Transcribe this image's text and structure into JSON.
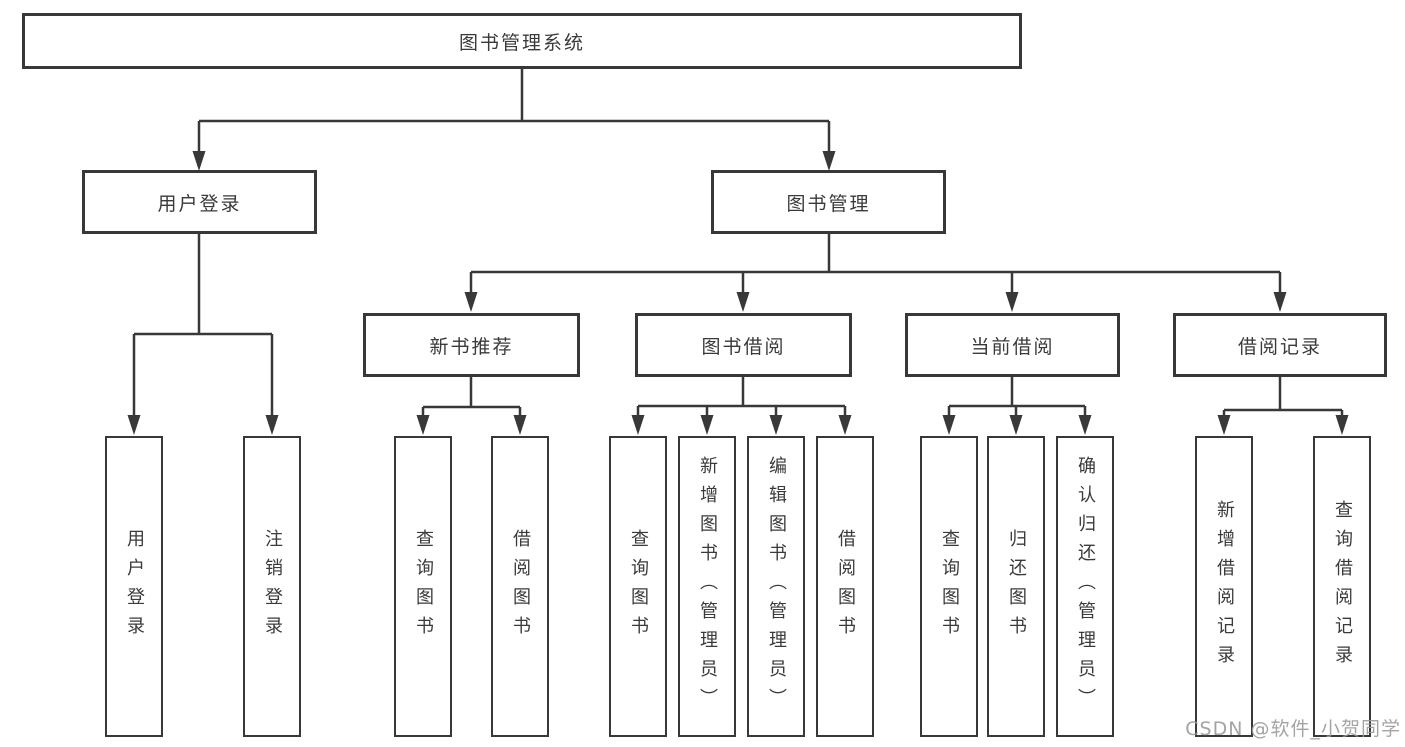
{
  "diagram": {
    "title": "图书管理系统",
    "nodes": {
      "root": "图书管理系统",
      "level2": [
        "用户登录",
        "图书管理"
      ],
      "level3": [
        "新书推荐",
        "图书借阅",
        "当前借阅",
        "借阅记录"
      ],
      "leaves_user_login": [
        "用户登录",
        "注销登录"
      ],
      "leaves_new_book": [
        "查询图书",
        "借阅图书"
      ],
      "leaves_book_borrow": [
        "查询图书",
        "新增图书（管理员）",
        "编辑图书（管理员）",
        "借阅图书"
      ],
      "leaves_current_borrow": [
        "查询图书",
        "归还图书",
        "确认归还（管理员）"
      ],
      "leaves_borrow_record": [
        "新增借阅记录",
        "查询借阅记录"
      ]
    },
    "colors": {
      "line": "#383838",
      "box_border": "#383838",
      "box_fill": "#ffffff",
      "text": "#3a3a3a",
      "watermark": "#9b9b9b"
    }
  },
  "watermark": {
    "text": "CSDN @软件_小贺同学"
  }
}
